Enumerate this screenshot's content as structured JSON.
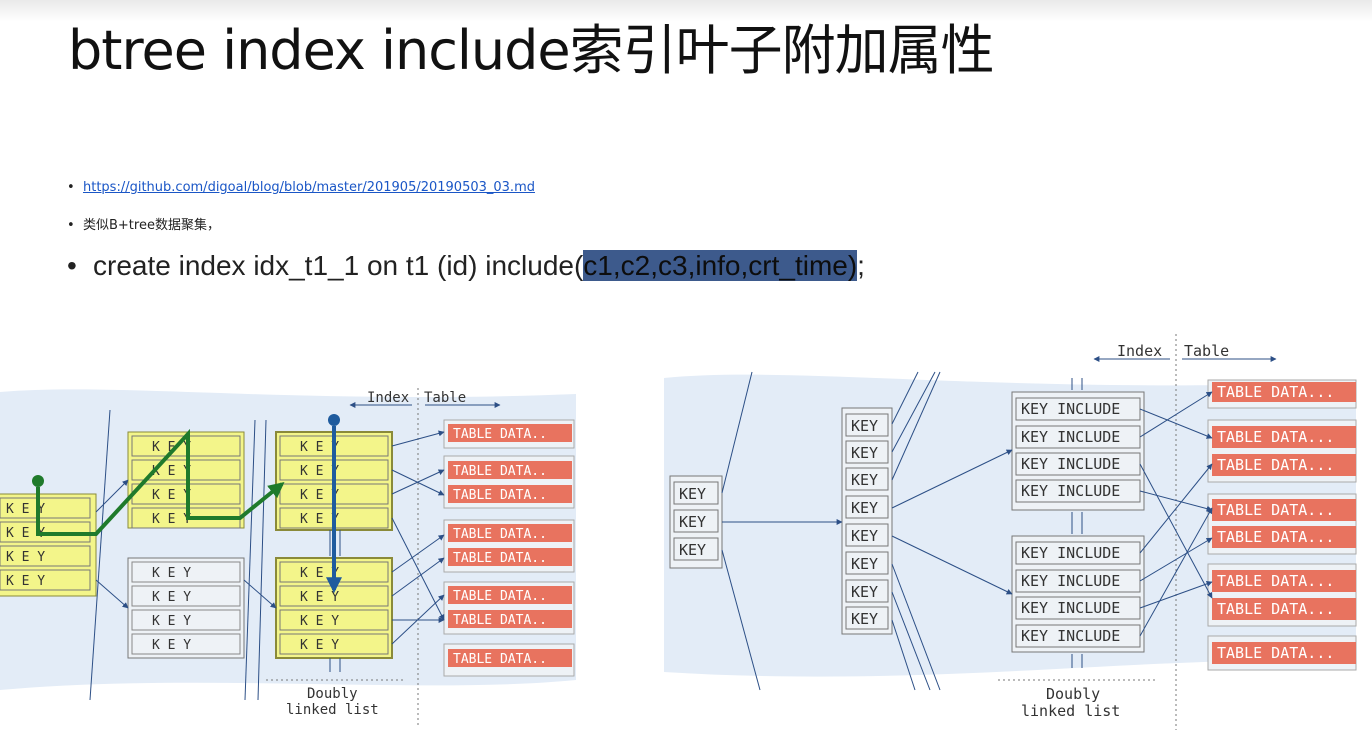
{
  "slide": {
    "title": "btree index include索引叶子附加属性",
    "bullets": {
      "link": "https://github.com/digoal/blog/blob/master/201905/20190503_03.md",
      "note": "类似B+tree数据聚集，",
      "code_prefix": "create index idx_t1_1 on t1 (id) include(",
      "code_highlight": "c1,c2,c3,info,crt_time)",
      "code_suffix": ";"
    }
  },
  "diagram_left": {
    "header_index": "Index",
    "header_table": "Table",
    "key_label": "K E Y",
    "table_data_label": "TABLE DATA..",
    "footer_line1": "Doubly",
    "footer_line2": "linked list"
  },
  "diagram_right": {
    "header_index": "Index",
    "header_table": "Table",
    "key_label": "KEY",
    "include_label": "KEY INCLUDE",
    "table_data_label": "TABLE DATA...",
    "footer_line1": "Doubly",
    "footer_line2": "linked list"
  },
  "colors": {
    "diagram_bg": "#e3ecf7",
    "node_fill_gray": "#eef2f6",
    "node_fill_yellow": "#f3f58a",
    "table_data_red": "#e8735f",
    "arrow_blue": "#2c4f86",
    "path_green": "#1f7a2b"
  }
}
